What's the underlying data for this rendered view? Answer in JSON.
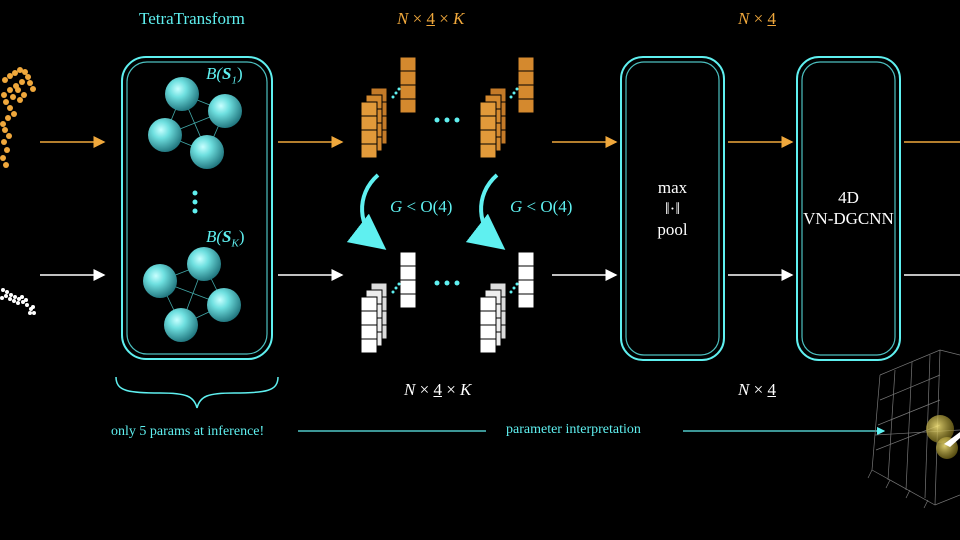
{
  "header": {
    "tetra_title": "TetraTransform",
    "top_dims_1": {
      "n": "N",
      "times1": "×",
      "four": "4",
      "times2": "×",
      "k": "K"
    },
    "top_dims_2": {
      "n": "N",
      "times": "×",
      "four": "4"
    }
  },
  "bases": {
    "first": {
      "b": "B(",
      "s": "S",
      "sub": "1",
      "close": ")"
    },
    "last": {
      "b": "B(",
      "s": "S",
      "sub": "K",
      "close": ")"
    }
  },
  "group": {
    "left": {
      "g": "G",
      "rel": " < O(4)"
    },
    "right": {
      "g": "G",
      "rel": " < O(4)"
    }
  },
  "pool_box": {
    "line1": "max",
    "line2": "‖·‖",
    "line3": "pool"
  },
  "dgcnn_box": {
    "line1": "4D",
    "line2": "VN-DGCNN"
  },
  "bottom_dims_1": {
    "n": "N",
    "times1": "×",
    "four": "4",
    "times2": "×",
    "k": "K"
  },
  "bottom_dims_2": {
    "n": "N",
    "times": "×",
    "four": "4"
  },
  "footer": {
    "params_note": "only 5 params at inference!",
    "interpretation": "parameter interpretation"
  },
  "colors": {
    "cyan": "#5ff0f0",
    "orange": "#f0a83c",
    "feature_orange": "#d4892e",
    "white": "#ffffff",
    "background": "#000000"
  },
  "icons": [
    "orange-point-cloud",
    "white-point-cloud",
    "sphere-basis",
    "ellipsis-dots",
    "curved-arrow",
    "brace",
    "3d-axes"
  ]
}
